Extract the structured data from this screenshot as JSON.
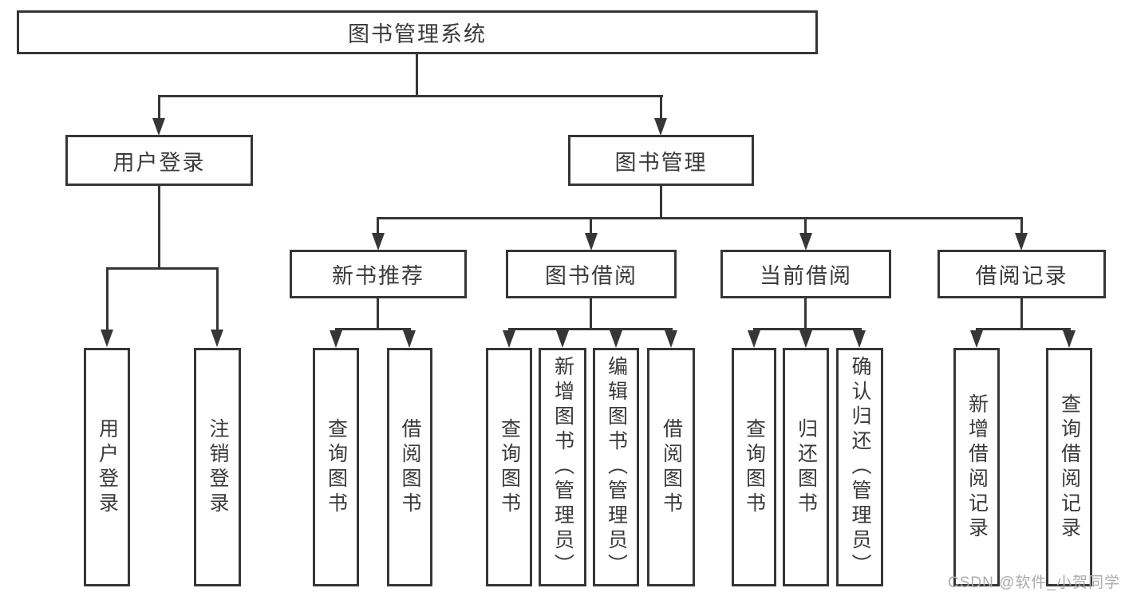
{
  "diagram": {
    "type": "hierarchy-tree",
    "tree": {
      "root_label": "图书管理系统",
      "children": [
        {
          "label": "用户登录",
          "children": [
            {
              "label": "用户登录"
            },
            {
              "label": "注销登录"
            }
          ]
        },
        {
          "label": "图书管理",
          "children": [
            {
              "label": "新书推荐",
              "children": [
                {
                  "label": "查询图书"
                },
                {
                  "label": "借阅图书"
                }
              ]
            },
            {
              "label": "图书借阅",
              "children": [
                {
                  "label": "查询图书"
                },
                {
                  "label": "新增图书（管理员）"
                },
                {
                  "label": "编辑图书（管理员）"
                },
                {
                  "label": "借阅图书"
                }
              ]
            },
            {
              "label": "当前借阅",
              "children": [
                {
                  "label": "查询图书"
                },
                {
                  "label": "归还图书"
                },
                {
                  "label": "确认归还（管理员）"
                }
              ]
            },
            {
              "label": "借阅记录",
              "children": [
                {
                  "label": "新增借阅记录"
                },
                {
                  "label": "查询借阅记录"
                }
              ]
            }
          ]
        }
      ]
    },
    "colors": {
      "line": "#363636",
      "text": "#3a3a3a",
      "background": "#ffffff",
      "watermark": "#ababab"
    }
  },
  "watermark": "CSDN @软件_小贺同学"
}
